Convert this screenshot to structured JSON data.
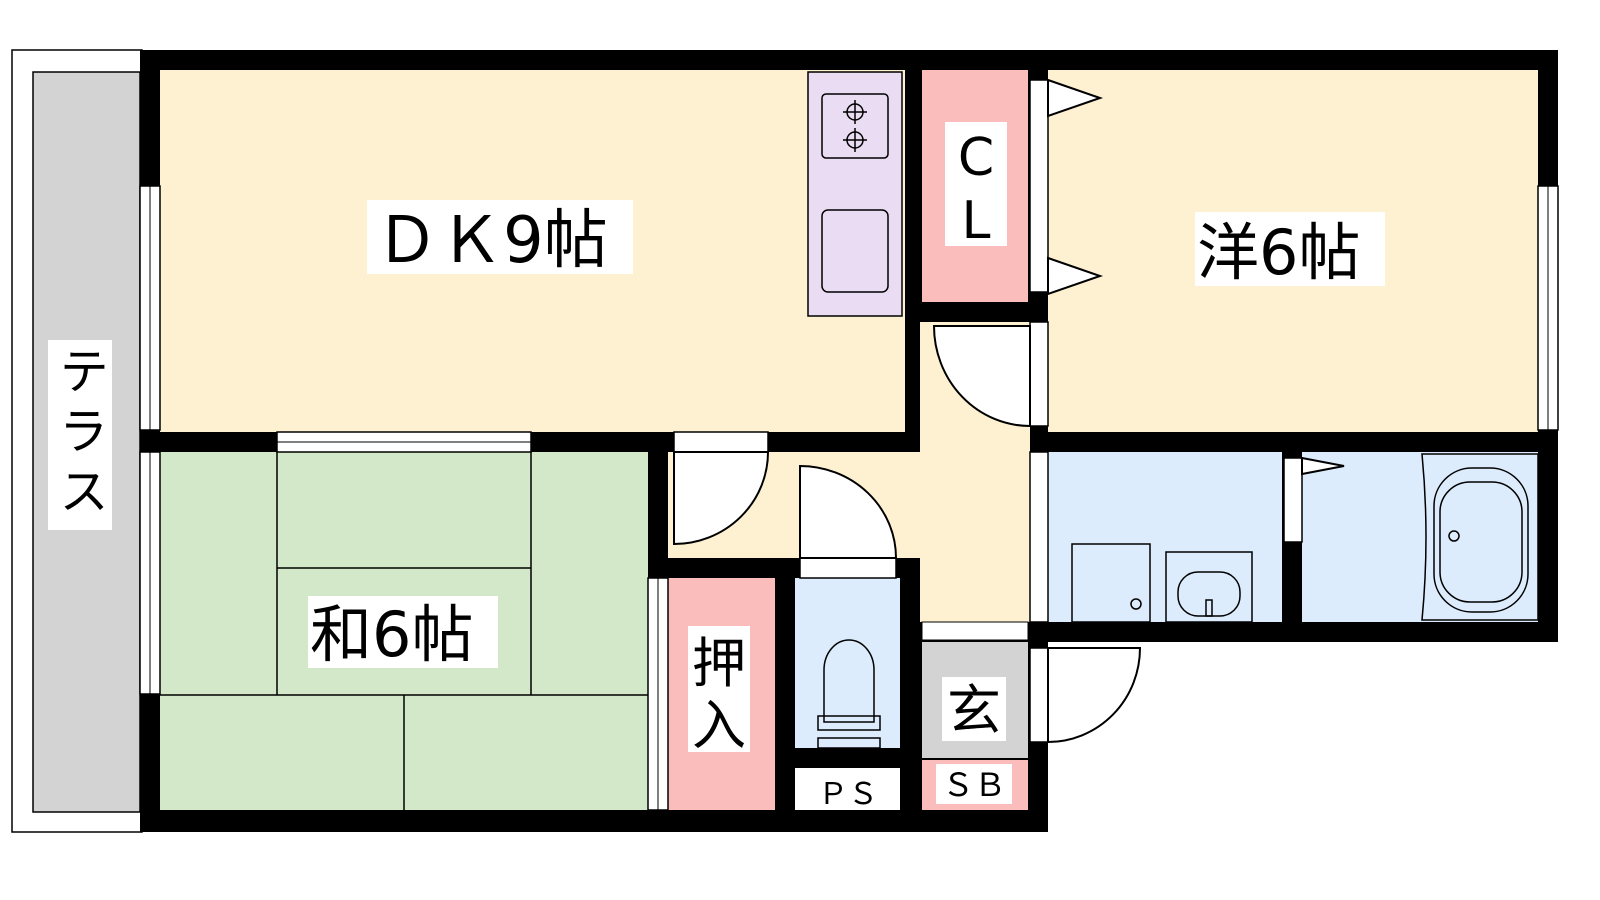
{
  "floor_plan": {
    "rooms": {
      "dk": {
        "label": "ＤＫ9帖",
        "color": "#fdf1d2"
      },
      "western": {
        "label": "洋6帖",
        "color": "#fdf1d2"
      },
      "japanese": {
        "label": "和6帖",
        "color": "#d3e8c8"
      },
      "closet": {
        "label_line1": "C",
        "label_line2": "L",
        "color": "#fbbcbc"
      },
      "oshiire": {
        "label_line1": "押",
        "label_line2": "入",
        "color": "#fbbcbc"
      },
      "terrace": {
        "label": "テラス",
        "color": "#d3d3d3"
      },
      "entrance": {
        "label": "玄",
        "color": "#d3d3d3"
      },
      "shoe_box": {
        "label": "ＳＢ",
        "color": "#fbbcbc"
      },
      "pipe_space": {
        "label": "ＰＳ",
        "color": "#ffffff"
      },
      "kitchen": {
        "color": "#eadcf3"
      },
      "toilet": {
        "color": "#dcecfc"
      },
      "washroom": {
        "color": "#dcecfc"
      },
      "bathroom": {
        "color": "#dcecfc"
      }
    },
    "fixtures": [
      "gas-stove-icon",
      "sink-icon",
      "toilet-icon",
      "washbasin-icon",
      "washing-machine-icon",
      "bathtub-icon"
    ]
  }
}
